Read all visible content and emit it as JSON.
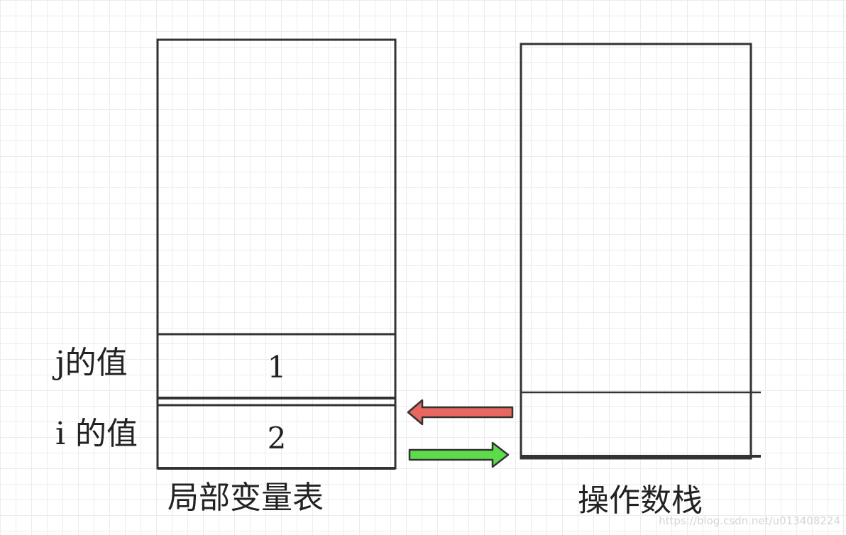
{
  "local_variable_table": {
    "title": "局部变量表",
    "slots": [
      {
        "label": "j的值",
        "value": "1"
      },
      {
        "label": "i 的值",
        "value": "2"
      }
    ]
  },
  "operand_stack": {
    "title": "操作数栈"
  },
  "arrows": [
    {
      "direction": "left",
      "color": "#e8675f"
    },
    {
      "direction": "right",
      "color": "#5ddc4b"
    }
  ],
  "watermark": "https://blog.csdn.net/u013408224"
}
